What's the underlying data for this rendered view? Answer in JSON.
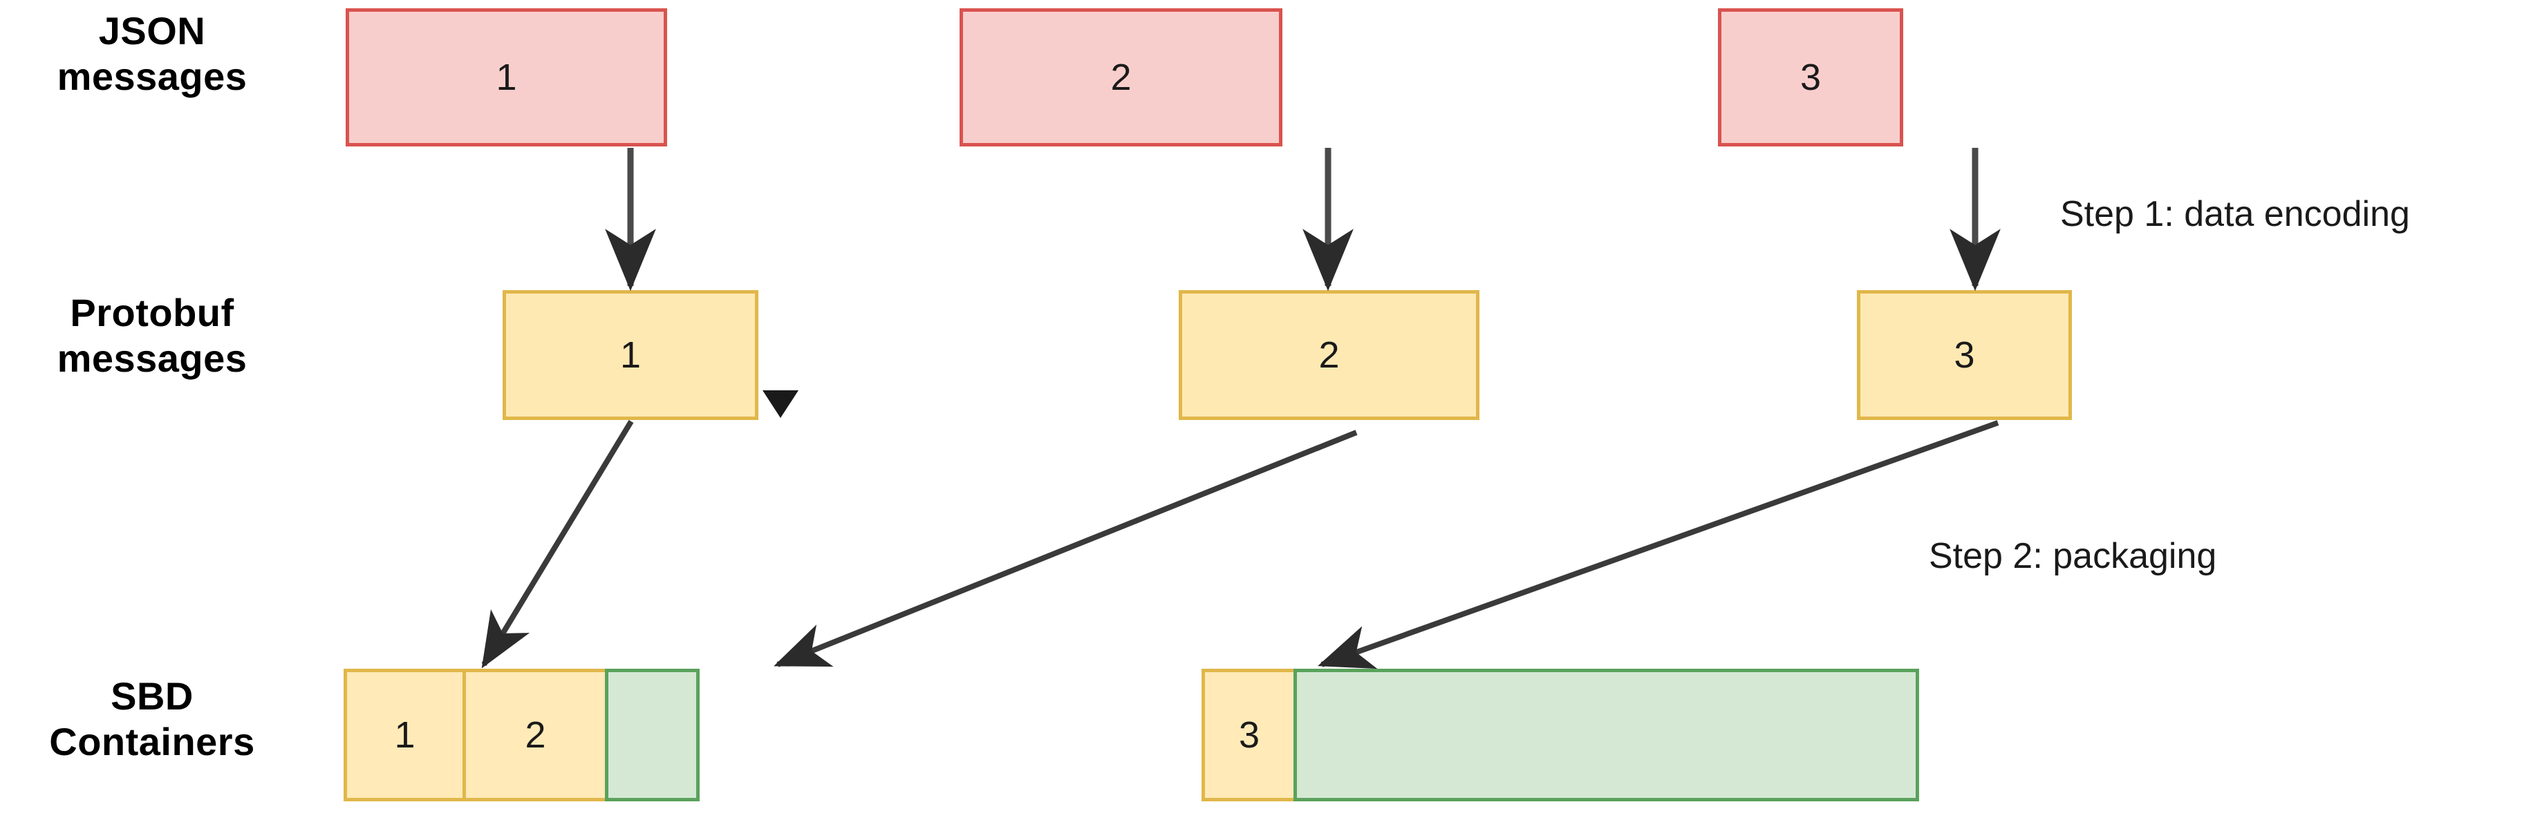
{
  "diagram": {
    "title": "Protobuf to SBD container encoding pipeline",
    "background": "#ffffff",
    "colors": {
      "json_fill": "#f8cecc",
      "json_stroke": "#d9534f",
      "protobuf_fill": "#ffe9b3",
      "protobuf_stroke": "#e0b74a",
      "container_yellow_fill": "#ffeab8",
      "container_yellow_stroke": "#e0b74a",
      "container_green_fill": "#d5e8d4",
      "container_green_stroke": "#5aa25c",
      "arrow": "#3f3f3f",
      "text": "#000000"
    }
  },
  "rows": {
    "json": {
      "label": "JSON\nmessages",
      "boxes": [
        {
          "text": "1"
        },
        {
          "text": "2"
        },
        {
          "text": "3"
        }
      ]
    },
    "protobuf": {
      "label": "Protobuf\nmessages",
      "boxes": [
        {
          "text": "1"
        },
        {
          "text": "2"
        },
        {
          "text": "3"
        }
      ]
    },
    "sbd": {
      "label": "SBD\nContainers",
      "containers": [
        {
          "cells": [
            {
              "text": "1",
              "kind": "payload"
            },
            {
              "text": "2",
              "kind": "payload"
            },
            {
              "text": "",
              "kind": "free"
            }
          ]
        },
        {
          "cells": [
            {
              "text": "3",
              "kind": "payload"
            },
            {
              "text": "",
              "kind": "free"
            }
          ]
        }
      ]
    }
  },
  "annotations": {
    "step1": "Step 1: data encoding",
    "step2": "Step 2: packaging"
  }
}
